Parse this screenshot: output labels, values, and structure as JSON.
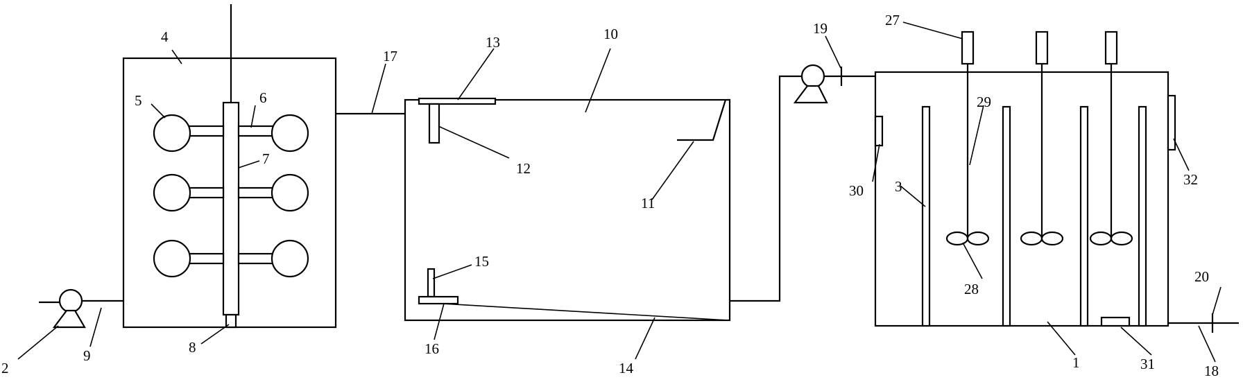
{
  "labels": {
    "l1": "1",
    "l2": "2",
    "l3": "3",
    "l4": "4",
    "l5": "5",
    "l6": "6",
    "l7": "7",
    "l8": "8",
    "l9": "9",
    "l10": "10",
    "l11": "11",
    "l12": "12",
    "l13": "13",
    "l14": "14",
    "l15": "15",
    "l16": "16",
    "l17": "17",
    "l18": "18",
    "l19": "19",
    "l20": "20",
    "l27": "27",
    "l28": "28",
    "l29": "29",
    "l30": "30",
    "l31": "31",
    "l32": "32"
  }
}
